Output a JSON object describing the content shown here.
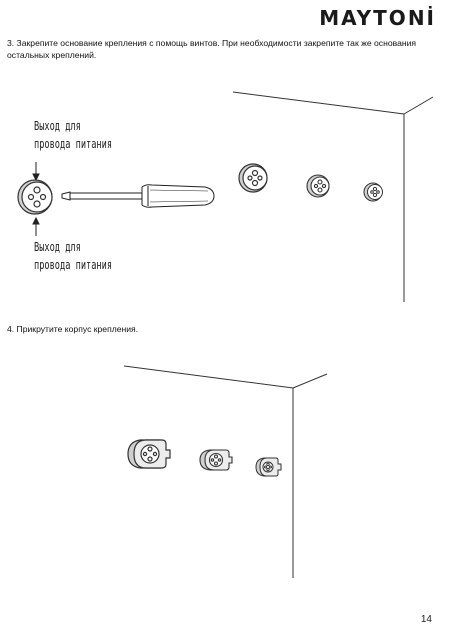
{
  "brand": {
    "logo_text": "MAYTONİ"
  },
  "steps": [
    {
      "text": "3. Закрепите основание крепления с помощь винтов. При необходимости закрепите так же основания остальных креплений."
    },
    {
      "text": "4. Прикрутите корпус крепления."
    }
  ],
  "figure1": {
    "label_top": [
      "Выход для",
      "провода питания"
    ],
    "label_bottom": [
      "Выход для",
      "провода питания"
    ]
  },
  "page_number": "14"
}
